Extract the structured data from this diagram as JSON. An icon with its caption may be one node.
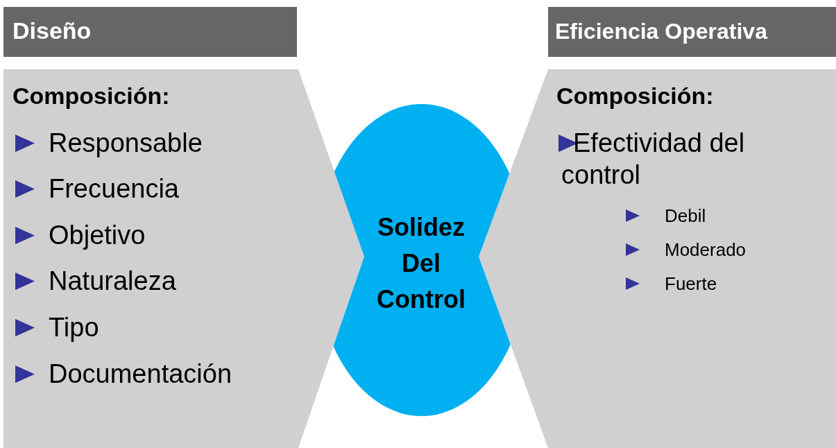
{
  "diagram": {
    "nodes": [
      {
        "text": [
          "Diseño"
        ]
      },
      {
        "text": [
          "Eficiencia Operativa"
        ]
      },
      {
        "text": [
          "Composición:",
          "Responsable",
          "Frecuencia",
          "Objetivo",
          "Naturaleza",
          "Tipo",
          "Documentación"
        ]
      },
      {
        "text": [
          "Solidez Del Control"
        ]
      },
      {
        "text": [
          "Composición:",
          "Efectividad del control",
          "Debil",
          "Moderado",
          "Fuerte"
        ]
      }
    ]
  }
}
